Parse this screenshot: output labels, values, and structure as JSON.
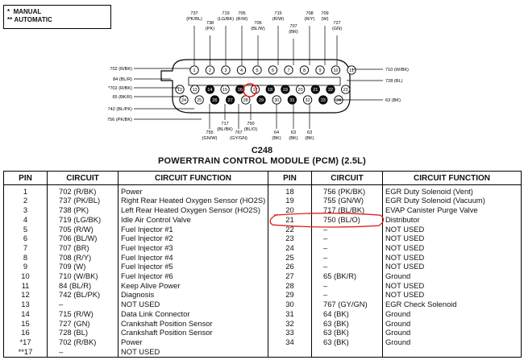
{
  "legend": [
    {
      "mark": "*",
      "label": "MANUAL"
    },
    {
      "mark": "**",
      "label": "AUTOMATIC"
    }
  ],
  "connector": {
    "id": "C248",
    "title": "POWERTRAIN CONTROL MODULE  (PCM)  (2.5L)",
    "row1_pins": [
      "1",
      "2",
      "3",
      "4",
      "5",
      "6",
      "7",
      "8",
      "9",
      "10",
      "11"
    ],
    "row2_pins": [
      "12",
      "13",
      "14",
      "15",
      "16",
      "17",
      "18",
      "19",
      "20",
      "21",
      "22",
      "23"
    ],
    "row3_pins": [
      "24",
      "25",
      "26",
      "27",
      "28",
      "29",
      "30",
      "31",
      "32",
      "33",
      "34"
    ],
    "top_wires": [
      {
        "pin": "2",
        "circuit": "737",
        "color": "(PK/BL)"
      },
      {
        "pin": "3",
        "circuit": "738",
        "color": "(PK)"
      },
      {
        "pin": "4",
        "circuit": "719",
        "color": "(LG/BK)"
      },
      {
        "pin": "5",
        "circuit": "705",
        "color": "(R/W)"
      },
      {
        "pin": "6",
        "circuit": "706",
        "color": "(BL/W)"
      },
      {
        "pin": "7",
        "circuit": "715",
        "color": "(R/W)"
      },
      {
        "pin": "8",
        "circuit": "707",
        "color": "(BR)"
      },
      {
        "pin": "9",
        "circuit": "708",
        "color": "(R/Y)"
      },
      {
        "pin": "10",
        "circuit": "709",
        "color": "(W)"
      },
      {
        "pin": "10b",
        "circuit": "727",
        "color": "(GN)"
      }
    ],
    "left_wires": [
      {
        "label": "702 (R/BK)"
      },
      {
        "label": "84 (BL/R)"
      },
      {
        "label": "*702 (R/BK)"
      },
      {
        "label": "65 (BK/R)"
      },
      {
        "label": "742 (BL/PK)"
      },
      {
        "label": "756 (PK/BK)"
      }
    ],
    "right_wires": [
      {
        "label": "710 (W/BK)"
      },
      {
        "label": "728 (BL)"
      },
      {
        "label": "63 (BK)"
      }
    ],
    "bottom_wires": [
      {
        "circuit": "755",
        "color": "(GN/W)"
      },
      {
        "circuit": "717",
        "color": "(BL/BK)"
      },
      {
        "circuit": "767",
        "color": "(GY/GN)"
      },
      {
        "circuit": "750",
        "color": "(BL/O)"
      },
      {
        "circuit": "64",
        "color": "(BK)"
      },
      {
        "circuit": "63",
        "color": "(BK)"
      },
      {
        "circuit": "63",
        "color": "(BK)"
      }
    ]
  },
  "table": {
    "headers": [
      "PIN",
      "CIRCUIT",
      "CIRCUIT FUNCTION",
      "PIN",
      "CIRCUIT",
      "CIRCUIT FUNCTION"
    ],
    "left": [
      {
        "pin": "1",
        "circuit": "702 (R/BK)",
        "function": "Power"
      },
      {
        "pin": "2",
        "circuit": "737 (PK/BL)",
        "function": "Right Rear Heated Oxygen Sensor (HO2S)"
      },
      {
        "pin": "3",
        "circuit": "738 (PK)",
        "function": "Left Rear Heated Oxygen Sensor (HO2S)"
      },
      {
        "pin": "4",
        "circuit": "719 (LG/BK)",
        "function": "Idle Air Control Valve"
      },
      {
        "pin": "5",
        "circuit": "705 (R/W)",
        "function": "Fuel Injector #1"
      },
      {
        "pin": "6",
        "circuit": "706 (BL/W)",
        "function": "Fuel Injector #2"
      },
      {
        "pin": "7",
        "circuit": "707 (BR)",
        "function": "Fuel Injector #3"
      },
      {
        "pin": "8",
        "circuit": "708 (R/Y)",
        "function": "Fuel Injector #4"
      },
      {
        "pin": "9",
        "circuit": "709 (W)",
        "function": "Fuel Injector #5"
      },
      {
        "pin": "10",
        "circuit": "710 (W/BK)",
        "function": "Fuel Injector #6"
      },
      {
        "pin": "11",
        "circuit": "84 (BL/R)",
        "function": "Keep Alive Power"
      },
      {
        "pin": "12",
        "circuit": "742 (BL/PK)",
        "function": "Diagnosis"
      },
      {
        "pin": "13",
        "circuit": "–",
        "function": "NOT USED"
      },
      {
        "pin": "14",
        "circuit": "715 (R/W)",
        "function": "Data Link Connector"
      },
      {
        "pin": "15",
        "circuit": "727 (GN)",
        "function": "Crankshaft Position Sensor"
      },
      {
        "pin": "16",
        "circuit": "728 (BL)",
        "function": "Crankshaft Position Sensor"
      },
      {
        "pin": "*17",
        "circuit": "702 (R/BK)",
        "function": "Power"
      },
      {
        "pin": "**17",
        "circuit": "–",
        "function": "NOT USED"
      }
    ],
    "right": [
      {
        "pin": "18",
        "circuit": "756 (PK/BK)",
        "function": "EGR Duty Solenoid (Vent)"
      },
      {
        "pin": "19",
        "circuit": "755 (GN/W)",
        "function": "EGR Duty Solenoid (Vacuum)"
      },
      {
        "pin": "20",
        "circuit": "717 (BL/BK)",
        "function": "EVAP Canister Purge Valve"
      },
      {
        "pin": "21",
        "circuit": "750 (BL/O)",
        "function": "Distributor"
      },
      {
        "pin": "22",
        "circuit": "–",
        "function": "NOT USED"
      },
      {
        "pin": "23",
        "circuit": "–",
        "function": "NOT USED"
      },
      {
        "pin": "24",
        "circuit": "–",
        "function": "NOT USED"
      },
      {
        "pin": "25",
        "circuit": "–",
        "function": "NOT USED"
      },
      {
        "pin": "26",
        "circuit": "–",
        "function": "NOT USED"
      },
      {
        "pin": "27",
        "circuit": "65 (BK/R)",
        "function": "Ground"
      },
      {
        "pin": "28",
        "circuit": "–",
        "function": "NOT USED"
      },
      {
        "pin": "29",
        "circuit": "–",
        "function": "NOT USED"
      },
      {
        "pin": "30",
        "circuit": "767 (GY/GN)",
        "function": "EGR Check Solenoid"
      },
      {
        "pin": "31",
        "circuit": "64 (BK)",
        "function": "Ground"
      },
      {
        "pin": "32",
        "circuit": "63 (BK)",
        "function": "Ground"
      },
      {
        "pin": "33",
        "circuit": "63 (BK)",
        "function": "Ground"
      },
      {
        "pin": "34",
        "circuit": "63 (BK)",
        "function": "Ground"
      },
      {
        "pin": "",
        "circuit": "",
        "function": ""
      }
    ],
    "highlight_color": "#e02020"
  }
}
